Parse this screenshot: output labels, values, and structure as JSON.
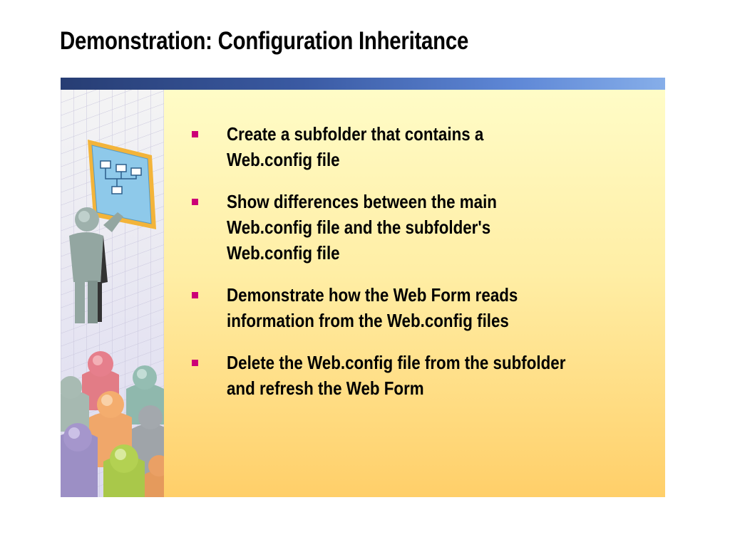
{
  "slide": {
    "title": "Demonstration: Configuration Inheritance",
    "bullets": [
      "Create a subfolder that contains a Web.config file",
      "Show differences between the main Web.config file and the subfolder's Web.config file",
      "Demonstrate how the Web Form reads information from the Web.config files",
      "Delete the Web.config file from the subfolder and refresh the Web Form"
    ]
  },
  "colors": {
    "header_bar_dark": "#273d73",
    "header_bar_light": "#86aee9",
    "panel_top": "#fffcc7",
    "panel_bottom": "#ffcf69",
    "bullet": "#cc0077"
  },
  "illustration": {
    "icon": "presenter-audience-illustration"
  }
}
